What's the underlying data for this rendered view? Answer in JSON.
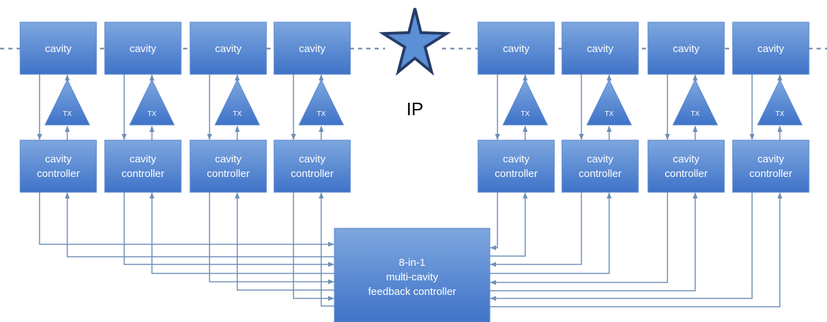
{
  "beamline": {
    "center_label": "IP"
  },
  "left_units": [
    {
      "cavity_label": "cavity",
      "tx_label": "TX",
      "controller_label": [
        "cavity",
        "controller"
      ]
    },
    {
      "cavity_label": "cavity",
      "tx_label": "TX",
      "controller_label": [
        "cavity",
        "controller"
      ]
    },
    {
      "cavity_label": "cavity",
      "tx_label": "TX",
      "controller_label": [
        "cavity",
        "controller"
      ]
    },
    {
      "cavity_label": "cavity",
      "tx_label": "TX",
      "controller_label": [
        "cavity",
        "controller"
      ]
    }
  ],
  "right_units": [
    {
      "cavity_label": "cavity",
      "tx_label": "TX",
      "controller_label": [
        "cavity",
        "controller"
      ]
    },
    {
      "cavity_label": "cavity",
      "tx_label": "TX",
      "controller_label": [
        "cavity",
        "controller"
      ]
    },
    {
      "cavity_label": "cavity",
      "tx_label": "TX",
      "controller_label": [
        "cavity",
        "controller"
      ]
    },
    {
      "cavity_label": "cavity",
      "tx_label": "TX",
      "controller_label": [
        "cavity",
        "controller"
      ]
    }
  ],
  "feedback_controller": {
    "label_lines": [
      "8-in-1",
      "multi-cavity",
      "feedback controller"
    ]
  },
  "colors": {
    "box_top": "#7ea7df",
    "box_bottom": "#3f73c8",
    "box_border": "#5a86cc",
    "text": "#ffffff",
    "line": "#6f8fb8",
    "beamline": "#7f93b3",
    "star_fill": "#5b8fd6",
    "star_stroke": "#253c66",
    "ip_text": "#000000"
  }
}
